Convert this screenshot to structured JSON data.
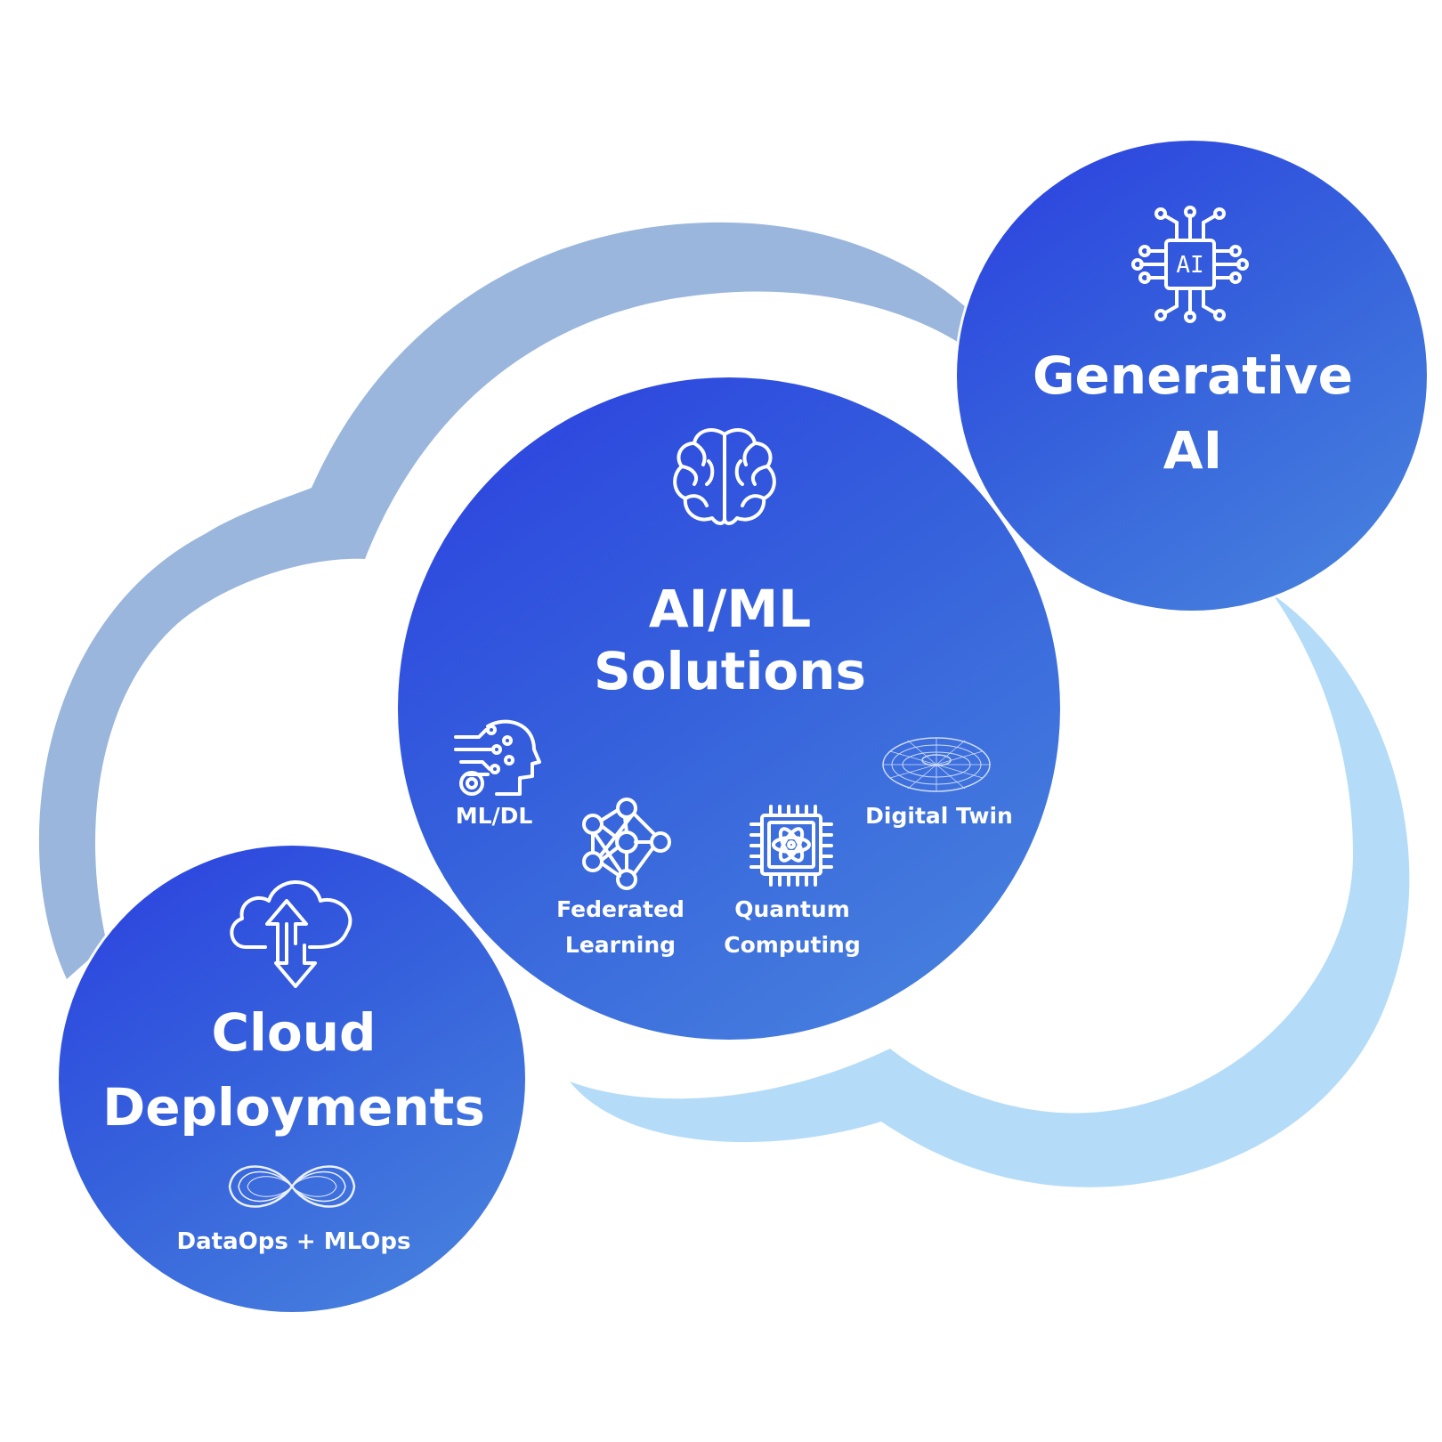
{
  "diagram": {
    "colors": {
      "cloud_back": "#9ab6dc",
      "cloud_front": "#b4dcf8",
      "circle_start": "#2b3fe0",
      "circle_end": "#4a86de",
      "text": "#ffffff"
    },
    "nodes": {
      "generative_ai": {
        "title": "Generative\nAI",
        "icon": "ai-chip-icon"
      },
      "aiml": {
        "title": "AI/ML\nSolutions",
        "icon": "brain-icon",
        "items": [
          {
            "label": "ML/DL",
            "icon": "ai-head-icon"
          },
          {
            "label": "Federated\nLearning",
            "icon": "network-icon"
          },
          {
            "label": "Quantum\nComputing",
            "icon": "quantum-chip-icon"
          },
          {
            "label": "Digital Twin",
            "icon": "torus-icon"
          }
        ]
      },
      "cloud": {
        "title": "Cloud\nDeployments",
        "icon": "cloud-transfer-icon",
        "subtitle": "DataOps + MLOps",
        "subtitle_icon": "infinity-icon"
      }
    }
  }
}
